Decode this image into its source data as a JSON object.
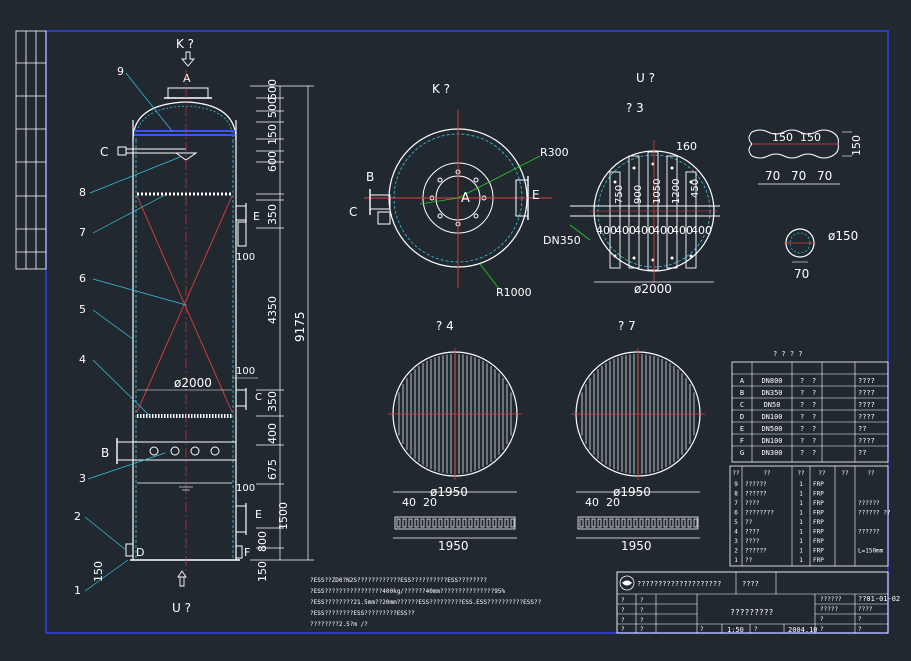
{
  "main_view": {
    "top_label": "K ?",
    "bottom_label": "U ?",
    "nozzle_a": "A",
    "nozzle_b": "B",
    "nozzle_c": "C",
    "nozzle_d": "D",
    "nozzle_e1": "E",
    "nozzle_e2": "E",
    "nozzle_c2": "C",
    "nozzle_f": "F",
    "part_numbers": [
      "9",
      "8",
      "7",
      "6",
      "5",
      "4",
      "3",
      "2",
      "1"
    ],
    "dim_total_height": "9175",
    "dim_packing_height": "4350",
    "dim_diameter": "ø2000",
    "dim_right": [
      "500",
      "500",
      "150",
      "100",
      "600",
      "350",
      "100",
      "100",
      "350",
      "400",
      "675",
      "1500",
      "800",
      "150"
    ],
    "dim_bottom_left": "150"
  },
  "top_view": {
    "title": "K ?",
    "r300": "R300",
    "r1000": "R1000",
    "center": "A",
    "b": "B",
    "c": "C",
    "e": "E"
  },
  "section_view": {
    "title": "U ?",
    "subtitle": "?     3",
    "dn350": "DN350",
    "d2000": "ø2000",
    "d160": "160",
    "spacing": [
      "400",
      "400",
      "400",
      "400",
      "400",
      "400"
    ],
    "slots": [
      "750",
      "900",
      "1050",
      "1200",
      "450"
    ]
  },
  "grid_views": [
    {
      "title": "?     4",
      "dim_40": "40",
      "dim_20": "20",
      "d1950": "ø1950",
      "w1950": "1950"
    },
    {
      "title": "?     7",
      "dim_40": "40",
      "dim_20": "20",
      "d1950": "ø1950",
      "w1950": "1950"
    }
  ],
  "detail": {
    "dim_150a": "150",
    "dim_150b": "150",
    "dim_150c": "150",
    "d70": [
      "70",
      "70",
      "70"
    ],
    "d150": "ø150",
    "d70b": "70"
  },
  "nozzle_table": {
    "title": "? ? ? ?",
    "rows": [
      {
        "id": "A",
        "size": "DN800",
        "c1": "?",
        "c2": "?",
        "note": "????"
      },
      {
        "id": "B",
        "size": "DN350",
        "c1": "?",
        "c2": "?",
        "note": "????"
      },
      {
        "id": "C",
        "size": "DN50",
        "c1": "?",
        "c2": "?",
        "note": "????"
      },
      {
        "id": "D",
        "size": "DN100",
        "c1": "?",
        "c2": "?",
        "note": "????"
      },
      {
        "id": "E",
        "size": "DN500",
        "c1": "?",
        "c2": "?",
        "note": "??"
      },
      {
        "id": "F",
        "size": "DN100",
        "c1": "?",
        "c2": "?",
        "note": "????"
      },
      {
        "id": "G",
        "size": "DN300",
        "c1": "?",
        "c2": "?",
        "note": "??"
      }
    ]
  },
  "parts_table": {
    "header": [
      "??",
      "??",
      "??",
      "??",
      "??",
      "??"
    ],
    "rows": [
      {
        "no": "9",
        "name": "??????",
        "qty": "1",
        "mat": "FRP",
        "note": ""
      },
      {
        "no": "8",
        "name": "??????",
        "qty": "1",
        "mat": "FRP",
        "note": ""
      },
      {
        "no": "7",
        "name": "????",
        "qty": "1",
        "mat": "FRP",
        "note": "??????"
      },
      {
        "no": "6",
        "name": "????????",
        "qty": "1",
        "mat": "FRP",
        "note": "?????? ??"
      },
      {
        "no": "5",
        "name": "??",
        "qty": "1",
        "mat": "FRP",
        "note": ""
      },
      {
        "no": "4",
        "name": "????",
        "qty": "1",
        "mat": "FRP",
        "note": "??????"
      },
      {
        "no": "3",
        "name": "????",
        "qty": "1",
        "mat": "FRP",
        "note": ""
      },
      {
        "no": "2",
        "name": "??????",
        "qty": "1",
        "mat": "FRP",
        "note": "L=150mm"
      },
      {
        "no": "1",
        "name": "??",
        "qty": "1",
        "mat": "FRP",
        "note": ""
      }
    ]
  },
  "notes": [
    "?ESS??ZD0?N2S????????????ESS??????????ESS????????",
    "?ESS????????????????400kg/??????40mm???????????????95%",
    "?ESS????????21.5mm??20mm??????ESS?????????ESS.ESS??????????ESS??",
    "?ESS????????ESS?????????ESS??",
    "????????2.5?m /?"
  ],
  "title_block": {
    "company": "????????????????????",
    "drawing_title": "?????????",
    "code": "??01-01-02",
    "project": "??????",
    "scale": "1:50",
    "date": "2004.10",
    "label_a": "????",
    "label_b": "????"
  }
}
